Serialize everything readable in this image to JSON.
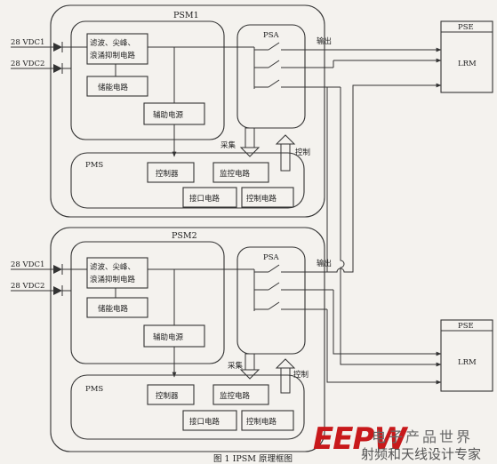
{
  "diagram": {
    "modules": [
      {
        "title": "PSM1",
        "inputs": [
          "28 VDC1",
          "28 VDC2"
        ],
        "filter": "滤波、尖峰、浪涌抑制电路",
        "storage": "储能电路",
        "aux_power": "辅助电源",
        "psa": "PSA",
        "output": "输出",
        "collect": "采集",
        "control": "控制",
        "pms": "PMS",
        "controller": "控制器",
        "monitor": "监控电路",
        "interface": "接口电路",
        "control_circuit": "控制电路"
      },
      {
        "title": "PSM2",
        "inputs": [
          "28 VDC1",
          "28 VDC2"
        ],
        "filter": "滤波、尖峰、浪涌抑制电路",
        "storage": "储能电路",
        "aux_power": "辅助电源",
        "psa": "PSA",
        "output": "输出",
        "collect": "采集",
        "control": "控制",
        "pms": "PMS",
        "controller": "控制器",
        "monitor": "监控电路",
        "interface": "接口电路",
        "control_circuit": "控制电路"
      }
    ],
    "loads": [
      {
        "pse": "PSE",
        "lrm": "LRM"
      },
      {
        "pse": "PSE",
        "lrm": "LRM"
      }
    ],
    "caption": "图 1   IPSM 原理框图"
  },
  "watermark": {
    "logo": "EEPW",
    "line1": "电子产品世界",
    "line2": "射频和天线设计专家"
  }
}
